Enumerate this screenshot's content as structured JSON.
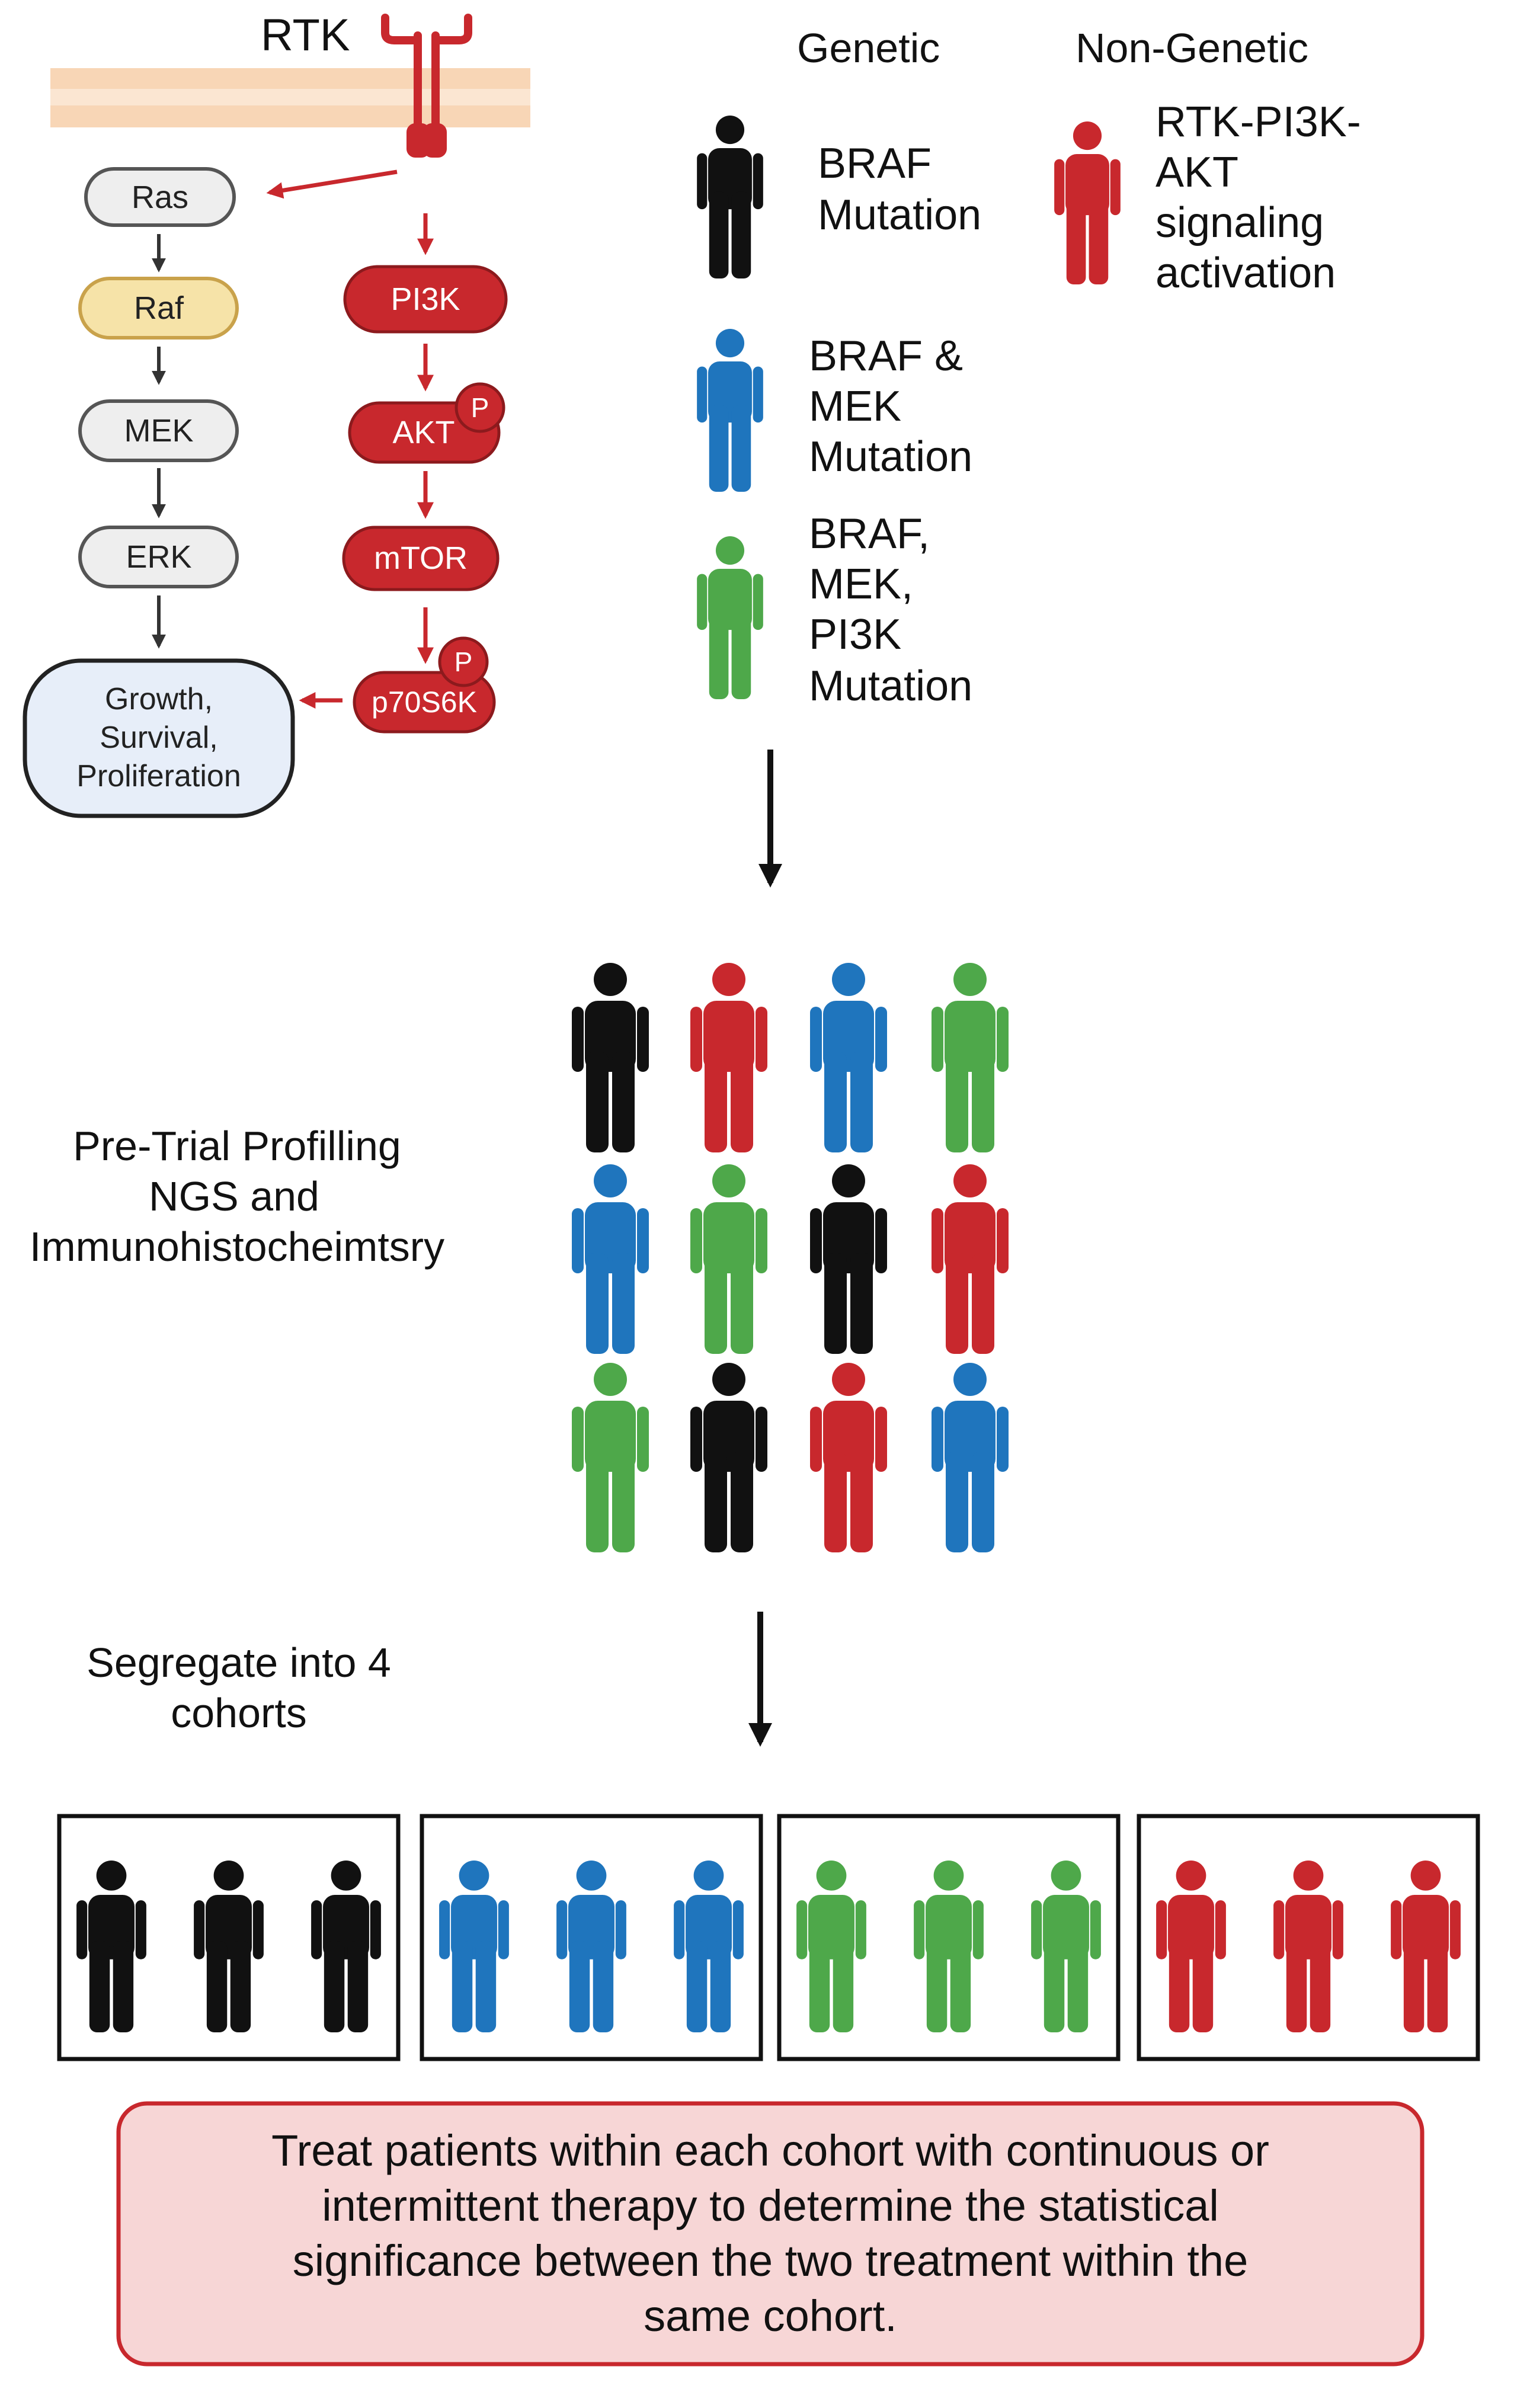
{
  "colors": {
    "black": "#111111",
    "blue": "#1f75bd",
    "green": "#4ea84a",
    "red": "#c8282d",
    "membrane": "#f8d6b6",
    "pathway_red": "#c8282d",
    "raf_fill": "#f6e3a8",
    "grey_fill": "#eeeeee",
    "outcome_fill": "#e7eef9",
    "final_box_fill": "#f7d6d6",
    "final_box_stroke": "#c8282d"
  },
  "pathway": {
    "receptor_label": "RTK",
    "left_nodes": [
      "Ras",
      "Raf",
      "MEK",
      "ERK"
    ],
    "right_nodes": [
      "PI3K",
      "AKT",
      "mTOR",
      "p70S6K"
    ],
    "phospho_label": "P",
    "outcome": [
      "Growth,",
      "Survival,",
      "Proliferation"
    ]
  },
  "legend": {
    "genetic_header": "Genetic",
    "non_genetic_header": "Non-Genetic",
    "items": [
      {
        "icon": "person-black-icon",
        "lines": [
          "BRAF",
          "Mutation"
        ]
      },
      {
        "icon": "person-blue-icon",
        "lines": [
          "BRAF &",
          "MEK",
          "Mutation"
        ]
      },
      {
        "icon": "person-green-icon",
        "lines": [
          "BRAF,",
          "MEK,",
          "PI3K",
          "Mutation"
        ]
      },
      {
        "icon": "person-red-icon",
        "lines": [
          "RTK-PI3K-",
          "AKT",
          "signaling",
          "activation"
        ]
      }
    ]
  },
  "profiling": {
    "lines": [
      "Pre-Trial Profilling",
      "NGS and",
      "Immunohistocheimtsry"
    ],
    "grid": [
      [
        "black",
        "red",
        "blue",
        "green"
      ],
      [
        "blue",
        "green",
        "black",
        "red"
      ],
      [
        "green",
        "black",
        "red",
        "blue"
      ]
    ]
  },
  "segregate": {
    "lines": [
      "Segregate into 4",
      "cohorts"
    ],
    "cohorts": [
      "black",
      "blue",
      "green",
      "red"
    ]
  },
  "conclusion": {
    "lines": [
      "Treat patients within each cohort with continuous or",
      "intermittent therapy to determine the statistical",
      "significance between the two treatment within the",
      "same cohort."
    ]
  }
}
